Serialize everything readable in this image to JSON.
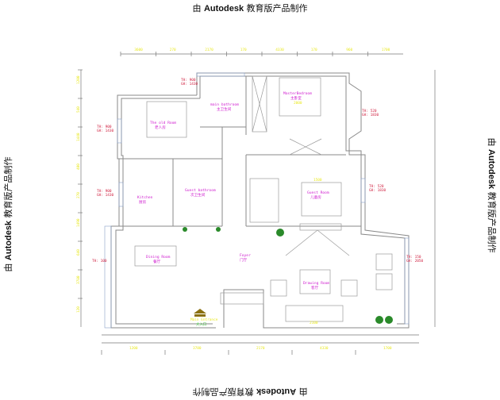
{
  "watermark": {
    "prefix": "由 ",
    "brand": "Autodesk",
    "suffix": " 教育版产品制作"
  },
  "rooms": {
    "old_room": {
      "en": "The old Room",
      "zh": "老人房"
    },
    "main_bathroom": {
      "en": "main bathroom",
      "zh": "主卫生间"
    },
    "master_bedroom": {
      "en": "MasterBedroom",
      "zh": "主卧室"
    },
    "kitchen": {
      "en": "Kitchen",
      "zh": "厨房"
    },
    "guest_bathroom": {
      "en": "Guest bathroom",
      "zh": "次卫生间"
    },
    "guest_room": {
      "en": "Guest Room",
      "zh": "儿童房"
    },
    "dining_room": {
      "en": "Dining Room",
      "zh": "餐厅"
    },
    "foyer": {
      "en": "Foyer",
      "zh": "门厅"
    },
    "drawing_room": {
      "en": "Drawing Room",
      "zh": "客厅"
    },
    "entrance": {
      "en": "Main Entrance",
      "zh": "大入口"
    }
  },
  "window_notes": [
    {
      "th": "TH: 900",
      "gh": "GH: 1430"
    },
    {
      "th": "TH: 900",
      "gh": "GH: 1430"
    },
    {
      "th": "TH: 900",
      "gh": "GH: 1430"
    },
    {
      "th": "TH: 100",
      "gh": ""
    },
    {
      "th": "TH: 520",
      "gh": "GH: 1830"
    },
    {
      "th": "TH: 520",
      "gh": "GH: 1830"
    },
    {
      "th": "TH: 150",
      "gh": "GH: 2050"
    }
  ],
  "dimensions_top": [
    "3600",
    "270",
    "2170",
    "170",
    "4330",
    "170",
    "960",
    "1700"
  ],
  "dimensions_left": [
    "1200",
    "540",
    "1440",
    "400",
    "270",
    "1490",
    "640",
    "3780",
    "120"
  ],
  "dimensions_bottom": [
    "1200",
    "3780",
    "2170",
    "4330",
    "1700"
  ],
  "furniture_dims": {
    "master_bed": "2000",
    "guest_bed": "1500",
    "sofa": "2100"
  }
}
